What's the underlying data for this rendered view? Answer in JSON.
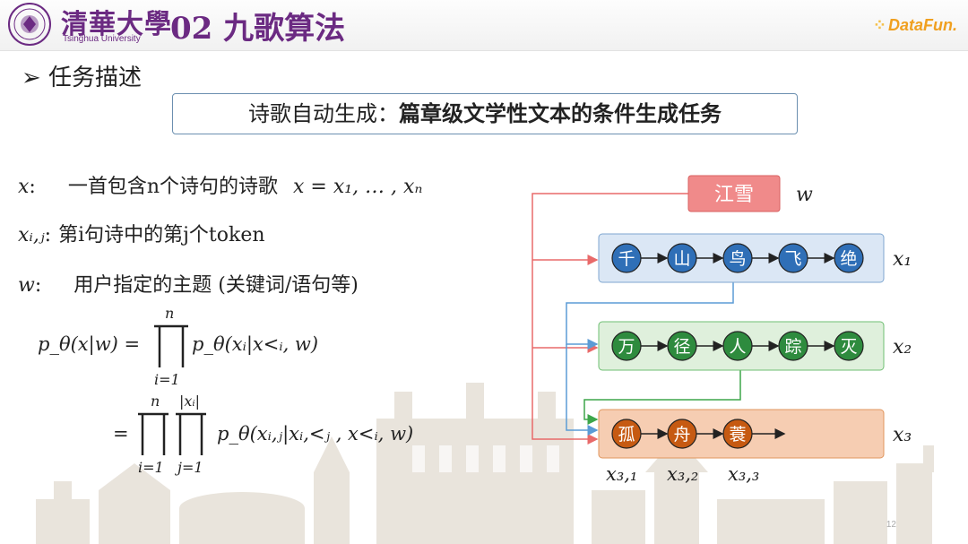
{
  "header": {
    "university_cn": "清華大學",
    "university_en": "Tsinghua University",
    "title": "02 九歌算法",
    "brand": "DataFun."
  },
  "section": "➢ 任务描述",
  "task_box": {
    "prefix": "诗歌自动生成：",
    "bold": "篇章级文学性文本的条件生成任务"
  },
  "definitions": [
    {
      "symbol": "x",
      "colon": ":",
      "text": "一首包含n个诗句的诗歌",
      "formula": "x = x₁, … , xₙ"
    },
    {
      "symbol": "xᵢ,ⱼ",
      "colon": ":",
      "text": "第i句诗中的第j个token"
    },
    {
      "symbol": "w",
      "colon": ":",
      "text": "用户指定的主题 (关键词/语句等)"
    }
  ],
  "equations": {
    "eq1_lhs": "p_θ(x|w) =",
    "eq1_rhs": "p_θ(xᵢ|x<ᵢ, w)",
    "eq1_top": "n",
    "eq1_bottom": "i=1",
    "eq2_lhs": "=",
    "eq2_rhs": "p_θ(xᵢ,ⱼ|xᵢ,<ⱼ , x<ᵢ, w)",
    "eq2_top1": "n",
    "eq2_top2": "|xᵢ|",
    "eq2_bottom1": "i=1",
    "eq2_bottom2": "j=1"
  },
  "diagram": {
    "theme": {
      "label": "江雪",
      "var": "w"
    },
    "rows": [
      {
        "var": "x₁",
        "chars": [
          "千",
          "山",
          "鸟",
          "飞",
          "绝"
        ],
        "fill": "#dbe7f5",
        "node": "#2f6fb7"
      },
      {
        "var": "x₂",
        "chars": [
          "万",
          "径",
          "人",
          "踪",
          "灭"
        ],
        "fill": "#dff0dc",
        "node": "#2e8b3e"
      },
      {
        "var": "x₃",
        "chars": [
          "孤",
          "舟",
          "蓑"
        ],
        "fill": "#f6cdb2",
        "node": "#c65a12"
      }
    ],
    "token_labels": [
      "x₃,₁",
      "x₃,₂",
      "x₃,₃"
    ]
  },
  "page_number": "12",
  "colors": {
    "brand_purple": "#6b2a82",
    "theme_red": "#f08a8a",
    "arrow_blue": "#5b9bd5",
    "arrow_green": "#3da64a",
    "arrow_red": "#e86a6a"
  }
}
